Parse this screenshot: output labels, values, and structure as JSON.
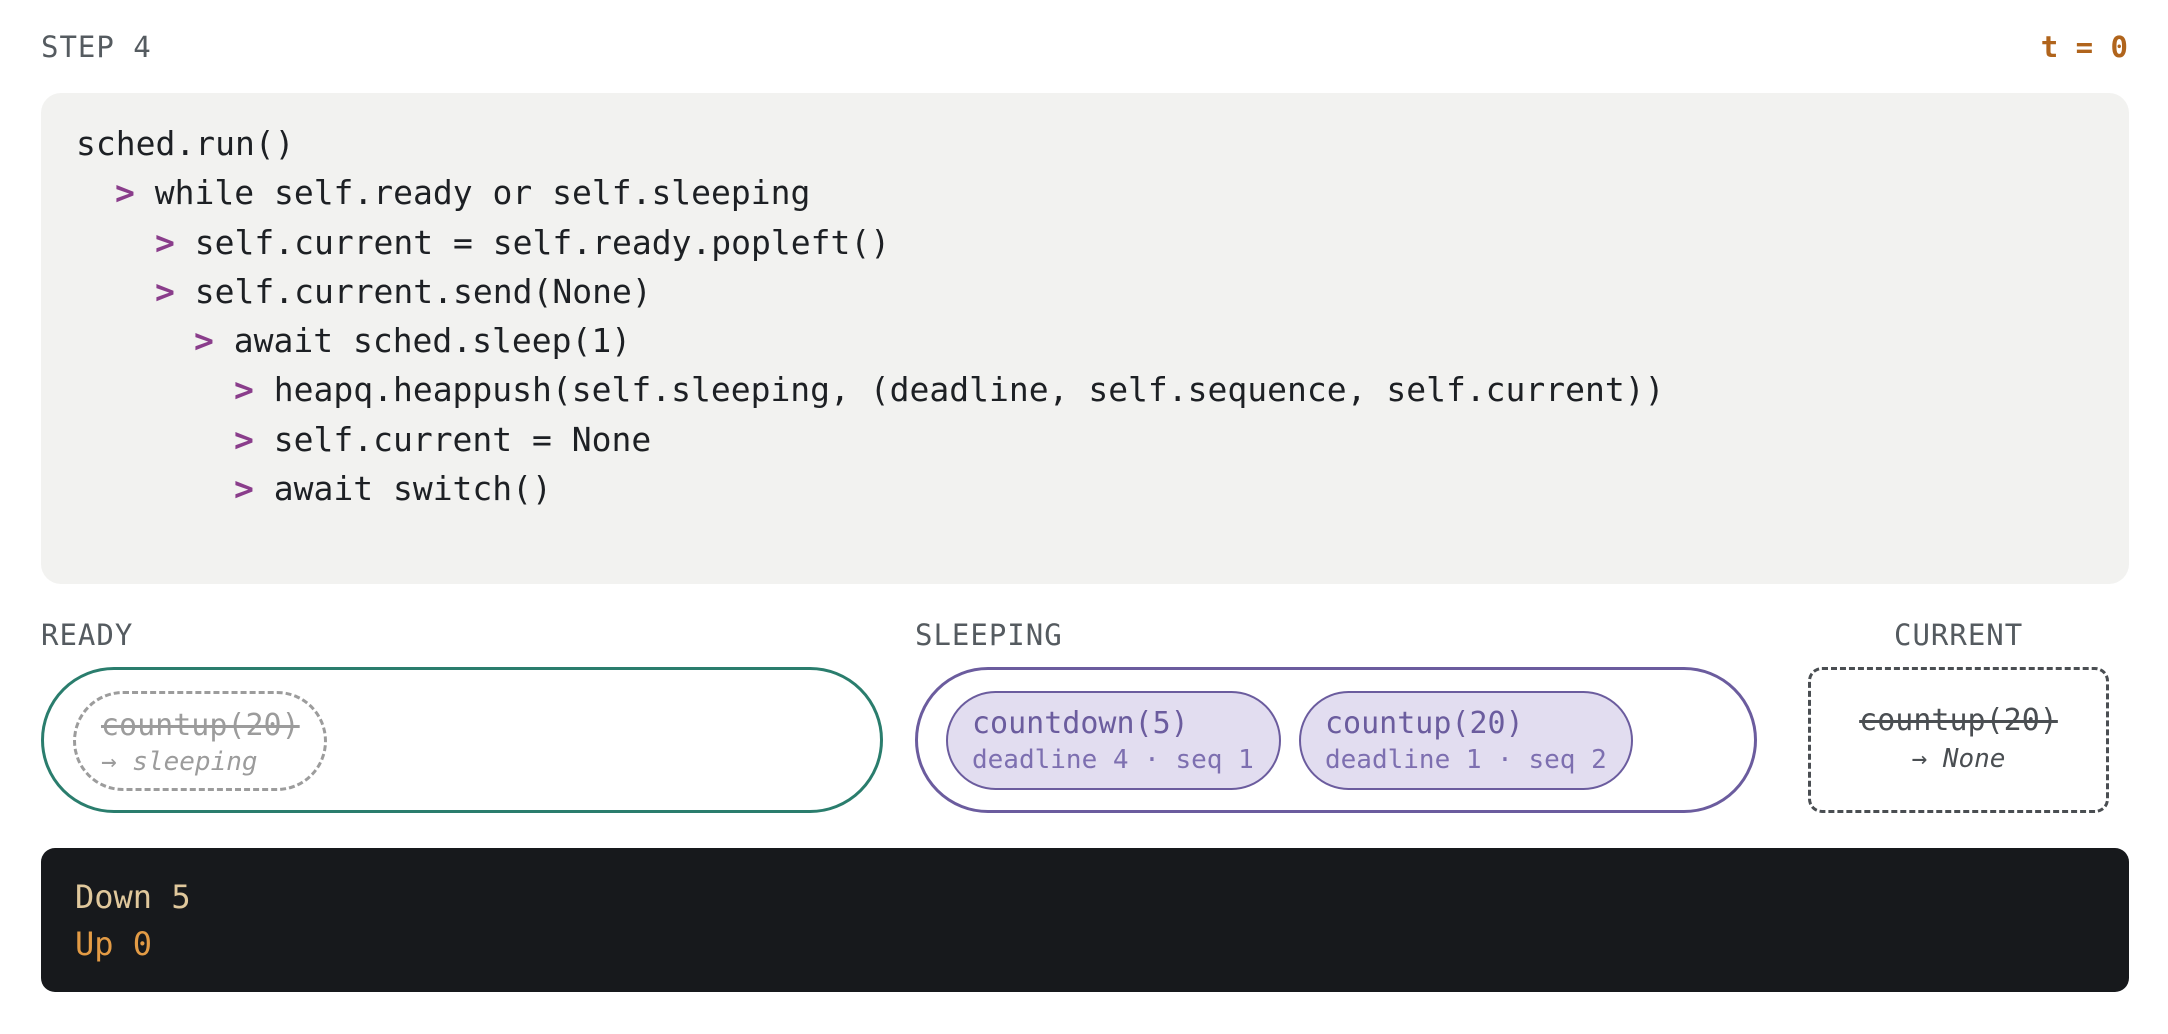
{
  "header": {
    "step": "STEP 4",
    "time": "t = 0"
  },
  "code": {
    "lines": [
      {
        "arrow": "",
        "text": "sched.run()"
      },
      {
        "arrow": ">",
        "text": "while self.ready or self.sleeping"
      },
      {
        "arrow": ">",
        "text": "self.current = self.ready.popleft()"
      },
      {
        "arrow": ">",
        "text": "self.current.send(None)"
      },
      {
        "arrow": ">",
        "text": "await sched.sleep(1)"
      },
      {
        "arrow": ">",
        "text": "heapq.heappush(self.sleeping, (deadline, self.sequence, self.current))"
      },
      {
        "arrow": ">",
        "text": "self.current = None"
      },
      {
        "arrow": ">",
        "text": "await switch()"
      }
    ]
  },
  "ready": {
    "label": "READY",
    "ghost": {
      "name": "countup(20)",
      "note": "→ sleeping"
    }
  },
  "sleeping": {
    "label": "SLEEPING",
    "tasks": [
      {
        "name": "countdown(5)",
        "meta": "deadline 4 · seq 1"
      },
      {
        "name": "countup(20)",
        "meta": "deadline 1 · seq 2"
      }
    ]
  },
  "current": {
    "label": "CURRENT",
    "name": "countup(20)",
    "note": "→ None"
  },
  "output": {
    "lines": [
      {
        "text": "Down 5",
        "color": "#e0c89c"
      },
      {
        "text": "Up 0",
        "color": "#e39b45"
      }
    ]
  },
  "colors": {
    "ready_border": "#2a7d6d",
    "sleeping_border": "#6b5c9e",
    "sleeping_fill": "#e2ddf0",
    "arrow": "#8a3d8b",
    "time": "#b0641c"
  }
}
